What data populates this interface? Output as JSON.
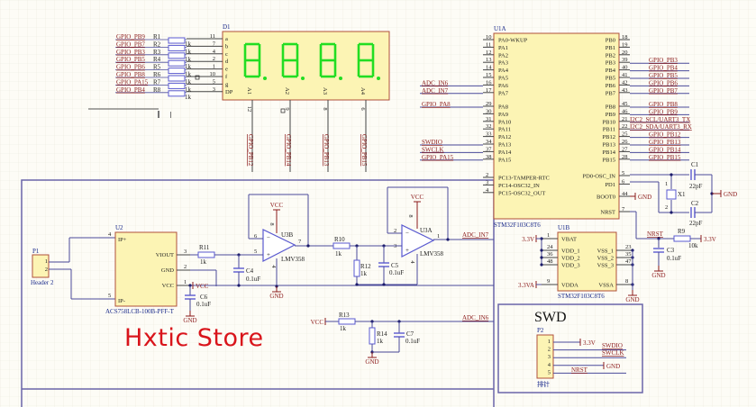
{
  "watermark": "Hxtic Store",
  "display": {
    "ref": "D1",
    "segments": [
      "a",
      "b",
      "c",
      "d",
      "e",
      "f",
      "g",
      "DP"
    ],
    "seg_pins": [
      "11",
      "7",
      "4",
      "2",
      "1",
      "10",
      "5",
      "3"
    ],
    "digits": [
      "A1",
      "A2",
      "A3",
      "A4"
    ],
    "digit_pins": [
      "12",
      "9",
      "8",
      "6"
    ],
    "digit_nets": [
      "GPIO_PB12",
      "GPIO_PB14",
      "GPIO_PB13",
      "GPIO_PB15"
    ],
    "segment_color": "#22dd22",
    "resistors": [
      {
        "net": "GPIO_PB9",
        "ref": "R1",
        "value": "1k"
      },
      {
        "net": "GPIO_PB7",
        "ref": "R2",
        "value": "1k"
      },
      {
        "net": "GPIO_PB3",
        "ref": "R3",
        "value": "1k"
      },
      {
        "net": "GPIO_PB5",
        "ref": "R4",
        "value": "1k"
      },
      {
        "net": "GPIO_PB6",
        "ref": "R5",
        "value": "1k"
      },
      {
        "net": "GPIO_PB8",
        "ref": "R6",
        "value": "1k"
      },
      {
        "net": "GPIO_PA15",
        "ref": "R7",
        "value": "1k"
      },
      {
        "net": "GPIO_PB4",
        "ref": "R8",
        "value": "1k"
      }
    ]
  },
  "mcu": {
    "ref": "U1A",
    "part": "STM32F103C8T6",
    "left_pins": [
      {
        "num": "10",
        "name": "PA0-WKUP",
        "net": ""
      },
      {
        "num": "11",
        "name": "PA1",
        "net": ""
      },
      {
        "num": "12",
        "name": "PA2",
        "net": ""
      },
      {
        "num": "13",
        "name": "PA3",
        "net": ""
      },
      {
        "num": "14",
        "name": "PA4",
        "net": ""
      },
      {
        "num": "15",
        "name": "PA5",
        "net": ""
      },
      {
        "num": "16",
        "name": "PA6",
        "net": "ADC_IN6"
      },
      {
        "num": "17",
        "name": "PA7",
        "net": "ADC_IN7"
      },
      {
        "num": "29",
        "name": "PA8",
        "net": "GPIO_PA8"
      },
      {
        "num": "30",
        "name": "PA9",
        "net": ""
      },
      {
        "num": "31",
        "name": "PA10",
        "net": ""
      },
      {
        "num": "32",
        "name": "PA11",
        "net": ""
      },
      {
        "num": "33",
        "name": "PA12",
        "net": ""
      },
      {
        "num": "34",
        "name": "PA13",
        "net": "SWDIO"
      },
      {
        "num": "37",
        "name": "PA14",
        "net": "SWCLK"
      },
      {
        "num": "38",
        "name": "PA15",
        "net": "GPIO_PA15"
      },
      {
        "num": "2",
        "name": "PC13-TAMPER-RTC",
        "net": ""
      },
      {
        "num": "3",
        "name": "PC14-OSC32_IN",
        "net": ""
      },
      {
        "num": "4",
        "name": "PC15-OSC32_OUT",
        "net": ""
      }
    ],
    "right_pins": [
      {
        "num": "18",
        "name": "PB0",
        "net": ""
      },
      {
        "num": "19",
        "name": "PB1",
        "net": ""
      },
      {
        "num": "20",
        "name": "PB2",
        "net": ""
      },
      {
        "num": "39",
        "name": "PB3",
        "net": "GPIO_PB3"
      },
      {
        "num": "40",
        "name": "PB4",
        "net": "GPIO_PB4"
      },
      {
        "num": "41",
        "name": "PB5",
        "net": "GPIO_PB5"
      },
      {
        "num": "42",
        "name": "PB6",
        "net": "GPIO_PB6"
      },
      {
        "num": "43",
        "name": "PB7",
        "net": "GPIO_PB7"
      },
      {
        "num": "45",
        "name": "PB8",
        "net": "GPIO_PB8"
      },
      {
        "num": "46",
        "name": "PB9",
        "net": "GPIO_PB9"
      },
      {
        "num": "21",
        "name": "PB10",
        "net": "I2C2_SCL/UART3_TX"
      },
      {
        "num": "22",
        "name": "PB11",
        "net": "I2C2_SDA/UART3_RX"
      },
      {
        "num": "25",
        "name": "PB12",
        "net": "GPIO_PB12"
      },
      {
        "num": "26",
        "name": "PB13",
        "net": "GPIO_PB13"
      },
      {
        "num": "27",
        "name": "PB14",
        "net": "GPIO_PB14"
      },
      {
        "num": "28",
        "name": "PB15",
        "net": "GPIO_PB15"
      },
      {
        "num": "5",
        "name": "PD0-OSC_IN",
        "net": ""
      },
      {
        "num": "6",
        "name": "PD1",
        "net": ""
      },
      {
        "num": "44",
        "name": "BOOT0",
        "net": "GND"
      },
      {
        "num": "7",
        "name": "NRST",
        "net": ""
      }
    ]
  },
  "crystal": {
    "ref": "X1",
    "c1": "C1",
    "c1_val": "22pF",
    "c2": "C2",
    "c2_val": "22pF",
    "gnd": "GND",
    "pin1": "1",
    "pin2": "2"
  },
  "reset": {
    "net": "NRST",
    "r": "R9",
    "r_val": "10k",
    "supply": "3.3V",
    "c": "C3",
    "c_val": "0.1uF",
    "gnd": "GND"
  },
  "power": {
    "ref": "U1B",
    "part": "STM32F103C8T6",
    "left": [
      {
        "num": "1",
        "name": "VBAT"
      },
      {
        "num": "24",
        "name": "VDD_1"
      },
      {
        "num": "36",
        "name": "VDD_2"
      },
      {
        "num": "48",
        "name": "VDD_3"
      },
      {
        "num": "9",
        "name": "VDDA"
      }
    ],
    "right": [
      {
        "num": "23",
        "name": "VSS_1"
      },
      {
        "num": "35",
        "name": "VSS_2"
      },
      {
        "num": "47",
        "name": "VSS_3"
      },
      {
        "num": "8",
        "name": "VSSA"
      }
    ],
    "supply": "3.3V",
    "supply_a": "3.3VA",
    "gnd": "GND"
  },
  "sensor": {
    "header_ref": "P1",
    "header_name": "Header 2",
    "header_pins": [
      "1",
      "2"
    ],
    "ref": "U2",
    "part": "ACS758LCB-100B-PFF-T",
    "pins": [
      {
        "num": "4",
        "name": "IP+"
      },
      {
        "num": "5",
        "name": "IP-"
      },
      {
        "num": "3",
        "name": "VIOUT"
      },
      {
        "num": "2",
        "name": "GND"
      },
      {
        "num": "1",
        "name": "VCC"
      }
    ],
    "c6": "C6",
    "c6_val": "0.1uF",
    "vcc": "VCC",
    "gnd": "GND"
  },
  "opamp1": {
    "ref": "U3B",
    "part": "LMV358",
    "pins": [
      "6",
      "5",
      "7",
      "8",
      "4"
    ],
    "r11": "R11",
    "r11_val": "1k",
    "c4": "C4",
    "c4_val": "0.1uF",
    "vcc": "VCC",
    "gnd": "GND"
  },
  "opamp2": {
    "ref": "U3A",
    "part": "LMV358",
    "pins": [
      "2",
      "3",
      "1",
      "8",
      "4"
    ],
    "r10": "R10",
    "r10_val": "1k",
    "r12": "R12",
    "r12_val": "1k",
    "c5": "C5",
    "c5_val": "0.1uF",
    "vcc": "VCC",
    "out_net": "ADC_IN7"
  },
  "divider": {
    "vcc": "VCC",
    "r13": "R13",
    "r13_val": "1k",
    "r14": "R14",
    "r14_val": "1k",
    "c7": "C7",
    "c7_val": "0.1uF",
    "gnd": "GND",
    "out_net": "ADC_IN6"
  },
  "swd": {
    "title": "SWD",
    "ref": "P2",
    "name": "排针",
    "pins": [
      "1",
      "2",
      "3",
      "4",
      "5"
    ],
    "nets": [
      "3.3V",
      "SWDIO",
      "SWCLK",
      "GND",
      "NRST"
    ]
  }
}
